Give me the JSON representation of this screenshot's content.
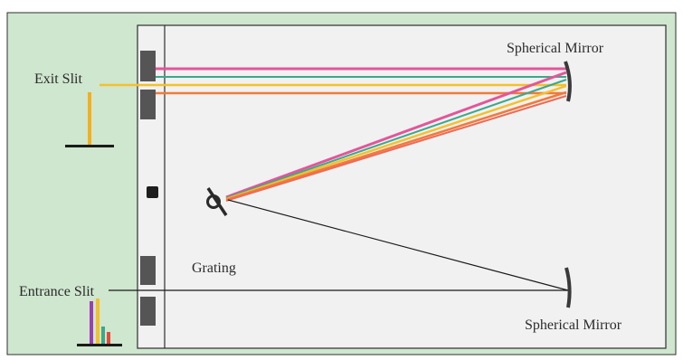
{
  "labels": {
    "exit_slit": "Exit Slit",
    "entrance_slit": "Entrance Slit",
    "grating": "Grating",
    "spherical_mirror_top": "Spherical Mirror",
    "spherical_mirror_bottom": "Spherical Mirror"
  },
  "colors": {
    "background": "#cfe6cf",
    "instrument_panel": "#f1f1f1",
    "frame": "#2f2f2f",
    "slit_block": "#555555",
    "ray_pink": "#e2569a",
    "ray_teal": "#3aa88c",
    "ray_yellow": "#f2c12e",
    "ray_orange": "#f07a3c",
    "ray_coral": "#ef6a55",
    "input_beam": "#1b1b1b"
  },
  "spectrum_bars": [
    "#9b3fb0",
    "#f2c12e",
    "#3aa88c",
    "#e24a3a"
  ]
}
